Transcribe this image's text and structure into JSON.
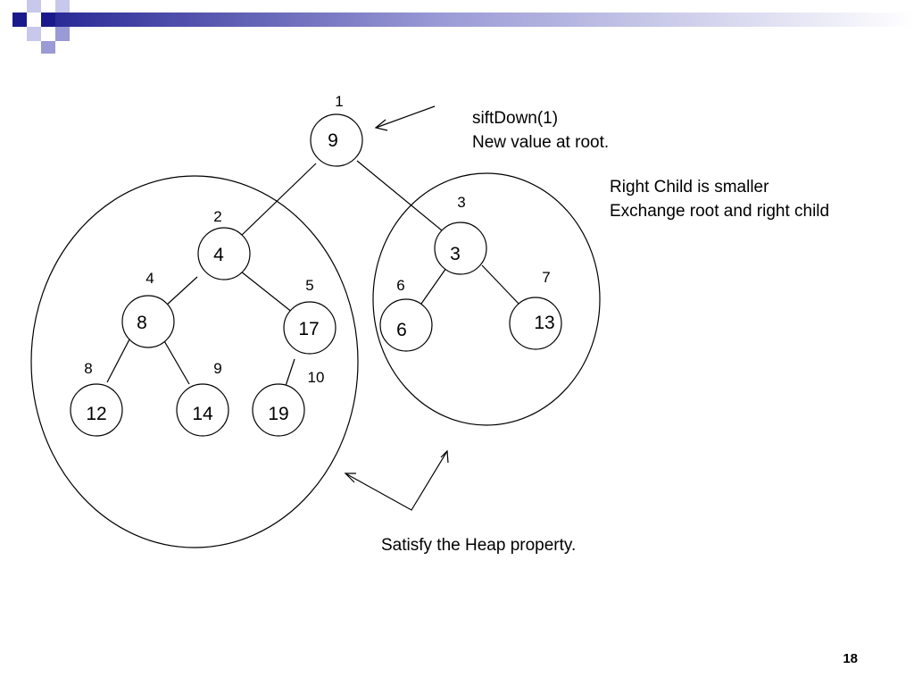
{
  "slide": {
    "page_number": "18",
    "decoration_colors": [
      "#1a1a8c",
      "#9a9ad6",
      "#c8c8ec"
    ]
  },
  "heap": {
    "nodes": [
      {
        "index": "1",
        "value": "9"
      },
      {
        "index": "2",
        "value": "4"
      },
      {
        "index": "3",
        "value": "3"
      },
      {
        "index": "4",
        "value": "8"
      },
      {
        "index": "5",
        "value": "17"
      },
      {
        "index": "6",
        "value": "6"
      },
      {
        "index": "7",
        "value": "13"
      },
      {
        "index": "8",
        "value": "12"
      },
      {
        "index": "9",
        "value": "14"
      },
      {
        "index": "10",
        "value": "19"
      }
    ]
  },
  "annotations": {
    "sift_line1": "siftDown(1)",
    "sift_line2": "New  value at root.",
    "right_line1": "Right Child is smaller",
    "right_line2": "Exchange root and right child",
    "heap_property": "Satisfy the Heap property."
  }
}
